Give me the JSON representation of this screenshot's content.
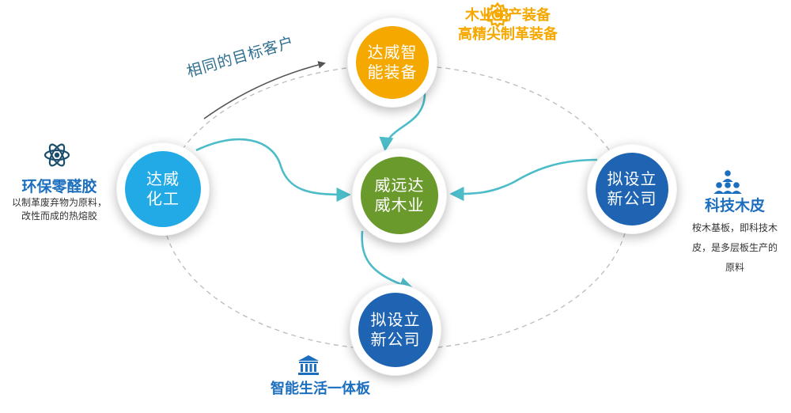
{
  "nodes": {
    "top": {
      "line1": "达威智",
      "line2": "能装备"
    },
    "left": {
      "line1": "达威",
      "line2": "化工"
    },
    "center": {
      "line1": "威远达",
      "line2": "威木业"
    },
    "right": {
      "line1": "拟设立",
      "line2": "新公司"
    },
    "bottom": {
      "line1": "拟设立",
      "line2": "新公司"
    }
  },
  "annotations": {
    "top": {
      "line1": "木业生产装备",
      "line2": "高精尖制革装备",
      "icon": "gear-icon"
    },
    "left": {
      "title": "环保零醛胶",
      "desc_line1": "以制革废弃物为原料，",
      "desc_line2": "改性而成的热熔胶",
      "icon": "atom-icon"
    },
    "right": {
      "title": "科技木皮",
      "desc_line1": "桉木基板，即科技木",
      "desc_line2": "皮，是多层板生产的",
      "desc_line3": "原料",
      "icon": "people-group-icon"
    },
    "bottom": {
      "title": "智能生活一体板",
      "icon": "bank-building-icon"
    }
  },
  "arc_label": "相同的目标客户",
  "colors": {
    "top": "#f5a800",
    "left": "#22aae6",
    "center": "#6b9a2c",
    "right": "#1f64b2",
    "bottom": "#1f64b2",
    "arrow": "#4bbcc8",
    "accent_blue": "#1c6fbf",
    "orbit": "#bbbbbb"
  }
}
